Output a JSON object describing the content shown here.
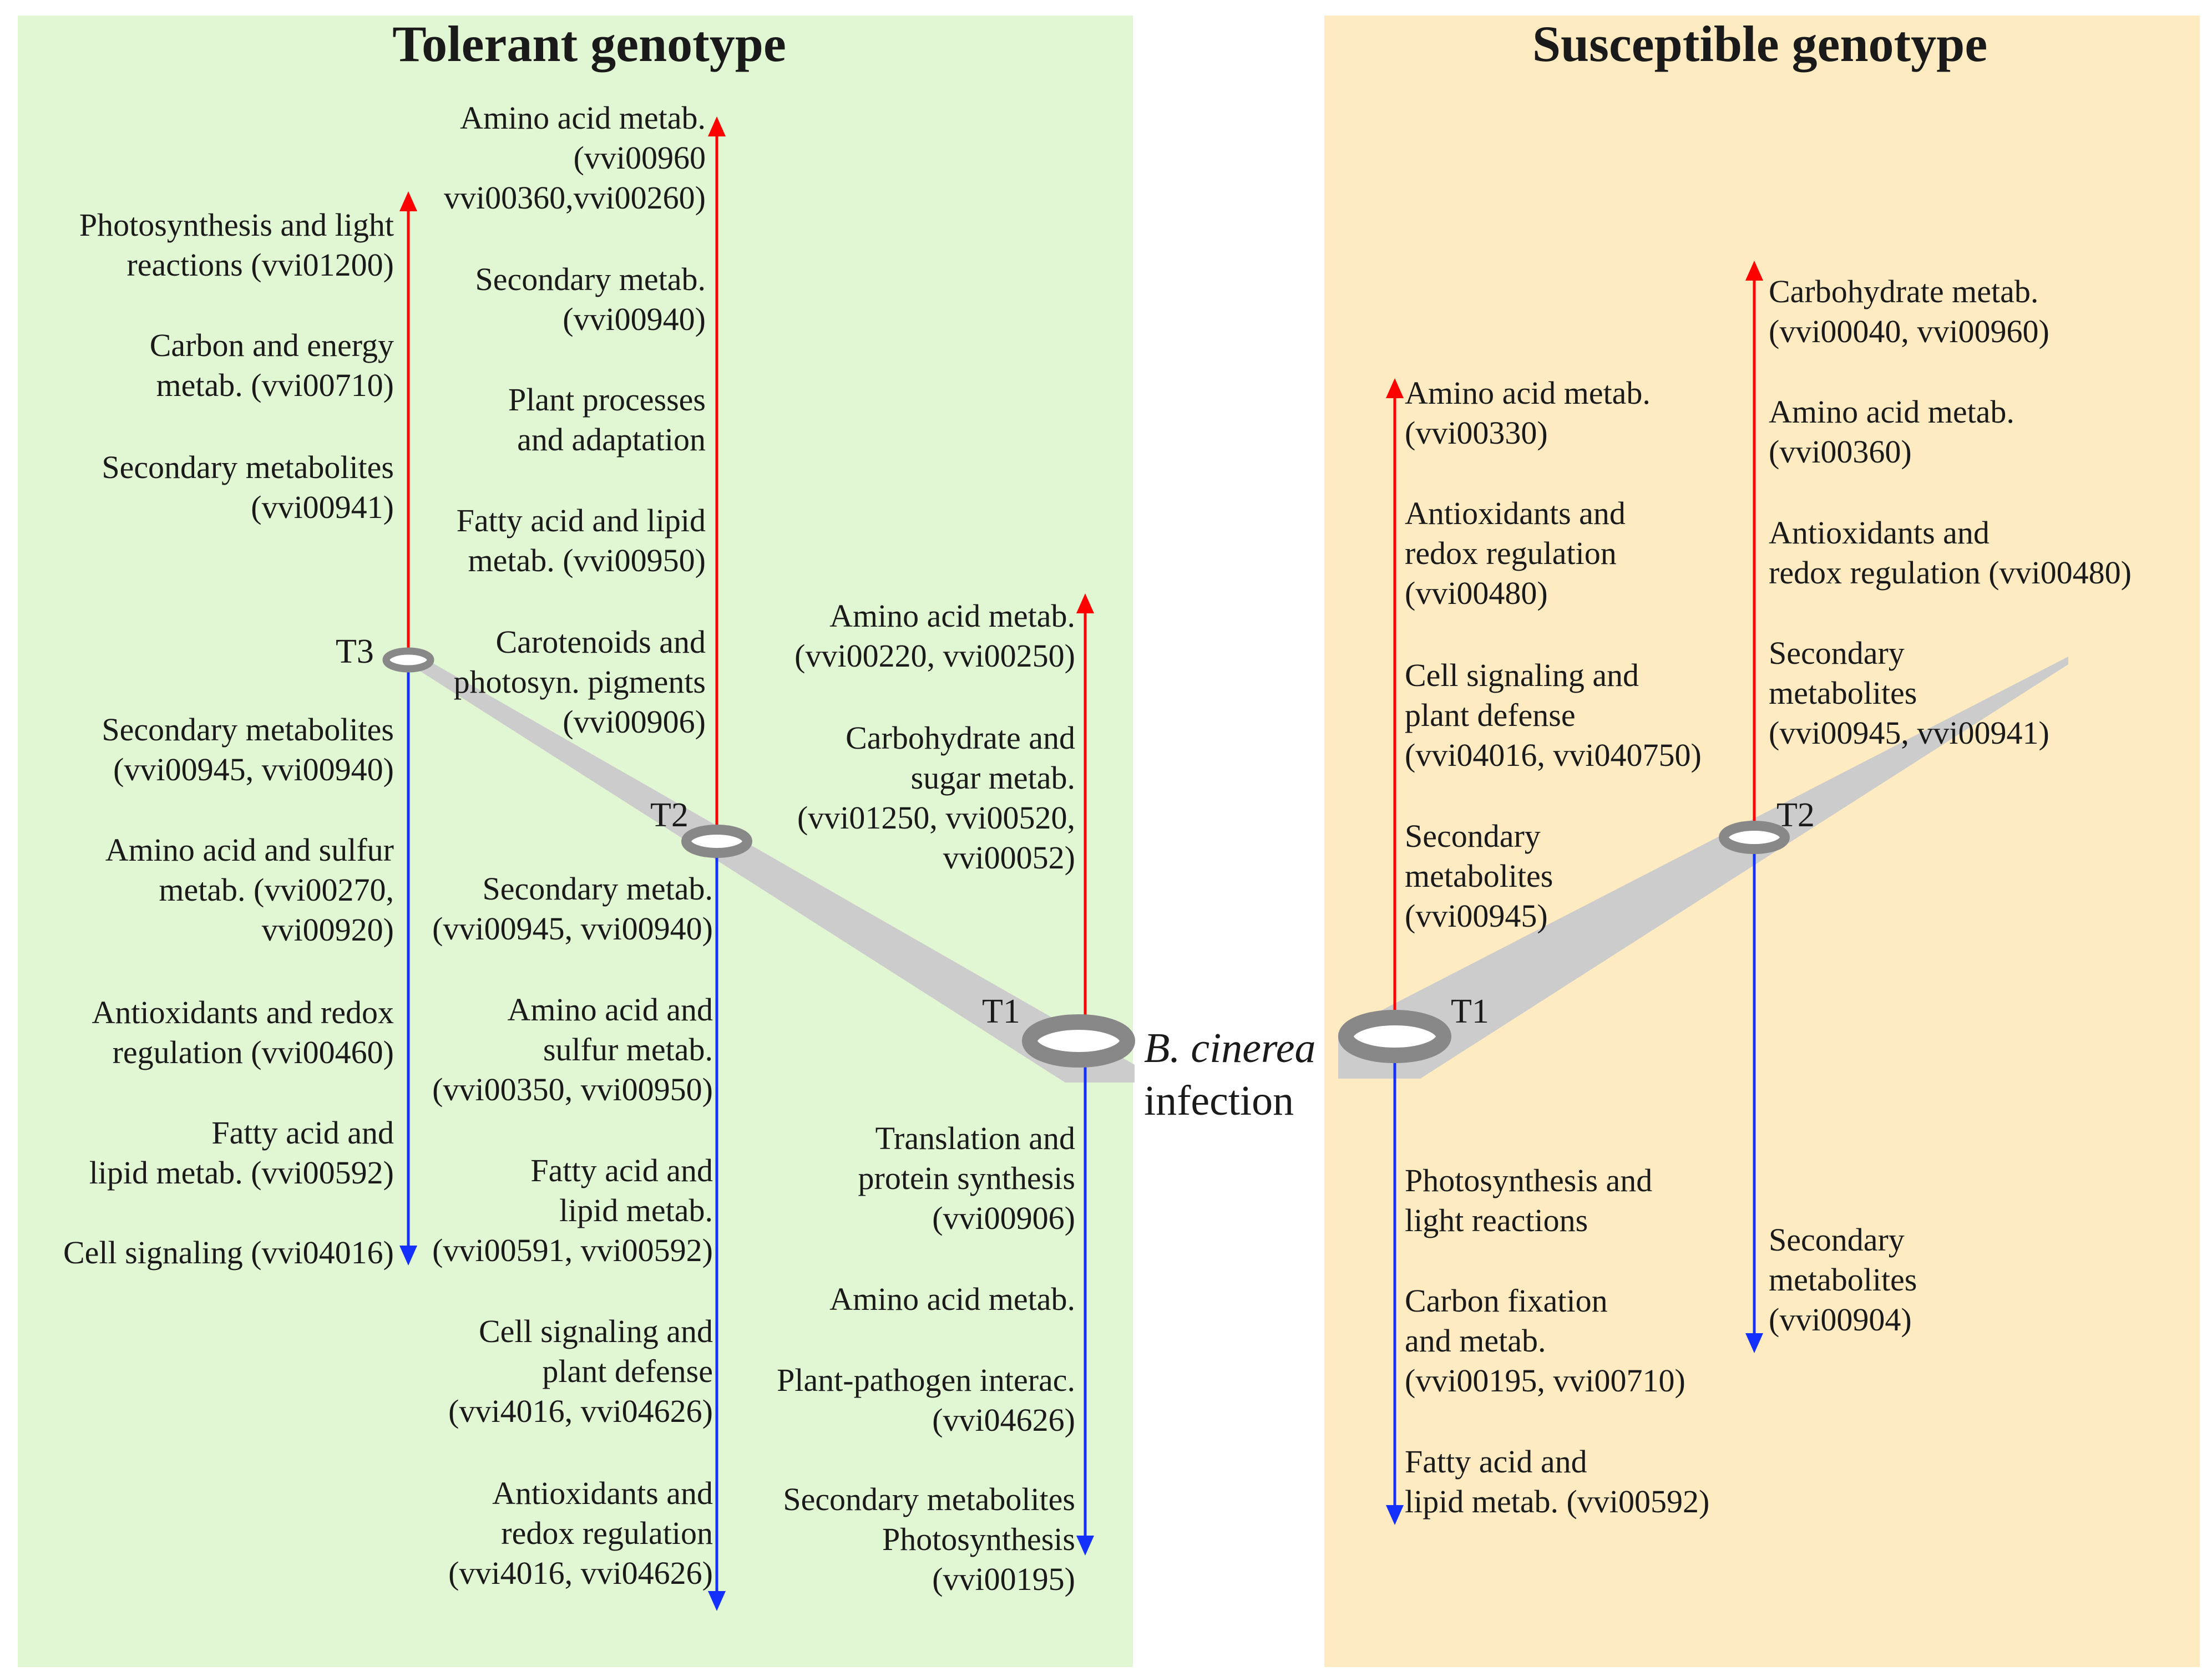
{
  "tolerant": {
    "title": "Tolerant genotype",
    "bg": "#e1f6d2",
    "T3": {
      "label": "T3",
      "up": [
        {
          "lines": [
            "Photosynthesis and light",
            "reactions (vvi01200)"
          ]
        },
        {
          "lines": [
            "Carbon and energy",
            "metab. (vvi00710)"
          ]
        },
        {
          "lines": [
            "Secondary metabolites",
            "(vvi00941)"
          ]
        }
      ],
      "down": [
        {
          "lines": [
            "Secondary metabolites",
            "(vvi00945, vvi00940)"
          ]
        },
        {
          "lines": [
            "Amino acid and sulfur",
            "metab. (vvi00270,",
            "vvi00920)"
          ]
        },
        {
          "lines": [
            "Antioxidants and redox",
            "regulation (vvi00460)"
          ]
        },
        {
          "lines": [
            "Fatty acid and",
            "lipid metab. (vvi00592)"
          ]
        },
        {
          "lines": [
            "Cell signaling (vvi04016)"
          ]
        }
      ]
    },
    "T2": {
      "label": "T2",
      "up": [
        {
          "lines": [
            "Amino acid metab.",
            "(vvi00960",
            "vvi00360,vvi00260)"
          ]
        },
        {
          "lines": [
            "Secondary metab.",
            "(vvi00940)"
          ]
        },
        {
          "lines": [
            "Plant processes",
            "and adaptation"
          ]
        },
        {
          "lines": [
            "Fatty acid and lipid",
            "metab. (vvi00950)"
          ]
        },
        {
          "lines": [
            "Carotenoids and",
            "photosyn. pigments",
            "(vvi00906)"
          ]
        }
      ],
      "down": [
        {
          "lines": [
            "Secondary metab.",
            "(vvi00945, vvi00940)"
          ]
        },
        {
          "lines": [
            "Amino acid and",
            "sulfur metab.",
            "(vvi00350, vvi00950)"
          ]
        },
        {
          "lines": [
            "Fatty acid and",
            "lipid metab.",
            "(vvi00591, vvi00592)"
          ]
        },
        {
          "lines": [
            "Cell signaling and",
            "plant defense",
            "(vvi4016, vvi04626)"
          ]
        },
        {
          "lines": [
            "Antioxidants and",
            "redox regulation",
            "(vvi4016, vvi04626)"
          ]
        }
      ]
    },
    "T1": {
      "label": "T1",
      "up": [
        {
          "lines": [
            "Amino acid metab.",
            "(vvi00220, vvi00250)"
          ]
        },
        {
          "lines": [
            "Carbohydrate and",
            "sugar metab.",
            "(vvi01250, vvi00520,",
            "vvi00052)"
          ]
        }
      ],
      "down": [
        {
          "lines": [
            "Translation and",
            "protein synthesis",
            "(vvi00906)"
          ]
        },
        {
          "lines": [
            "Amino acid metab."
          ]
        },
        {
          "lines": [
            "Plant-pathogen interac.",
            "(vvi04626)"
          ]
        },
        {
          "lines": [
            "Secondary metabolites",
            "Photosynthesis",
            "(vvi00195)"
          ]
        }
      ]
    }
  },
  "infection": {
    "line1": "B. cinerea",
    "line2": "infection"
  },
  "susceptible": {
    "title": "Susceptible genotype",
    "bg": "#feebc2",
    "T1": {
      "label": "T1",
      "up": [
        {
          "lines": [
            "Amino acid metab.",
            "(vvi00330)"
          ]
        },
        {
          "lines": [
            "Antioxidants and",
            "redox regulation",
            "(vvi00480)"
          ]
        },
        {
          "lines": [
            "Cell signaling and",
            "plant defense",
            "(vvi04016, vvi040750)"
          ]
        },
        {
          "lines": [
            "Secondary",
            "metabolites",
            "(vvi00945)"
          ]
        }
      ],
      "down": [
        {
          "lines": [
            "Photosynthesis and",
            "light reactions"
          ]
        },
        {
          "lines": [
            "Carbon fixation",
            "and metab.",
            "(vvi00195, vvi00710)"
          ]
        },
        {
          "lines": [
            "Fatty acid and",
            "lipid metab. (vvi00592)"
          ]
        }
      ]
    },
    "T2": {
      "label": "T2",
      "up": [
        {
          "lines": [
            "Carbohydrate metab.",
            "(vvi00040, vvi00960)"
          ]
        },
        {
          "lines": [
            "Amino acid metab.",
            "(vvi00360)"
          ]
        },
        {
          "lines": [
            "Antioxidants and",
            "redox regulation (vvi00480)"
          ]
        },
        {
          "lines": [
            "Secondary",
            "metabolites",
            "(vvi00945, vvi00941)"
          ]
        }
      ],
      "down": [
        {
          "lines": [
            "Secondary",
            "metabolites",
            "(vvi00904)"
          ]
        }
      ]
    }
  },
  "colors": {
    "up_arrow": "#ff0000",
    "down_arrow": "#1430ff",
    "wedge": "#cccccc",
    "ellipse": "#888888"
  }
}
